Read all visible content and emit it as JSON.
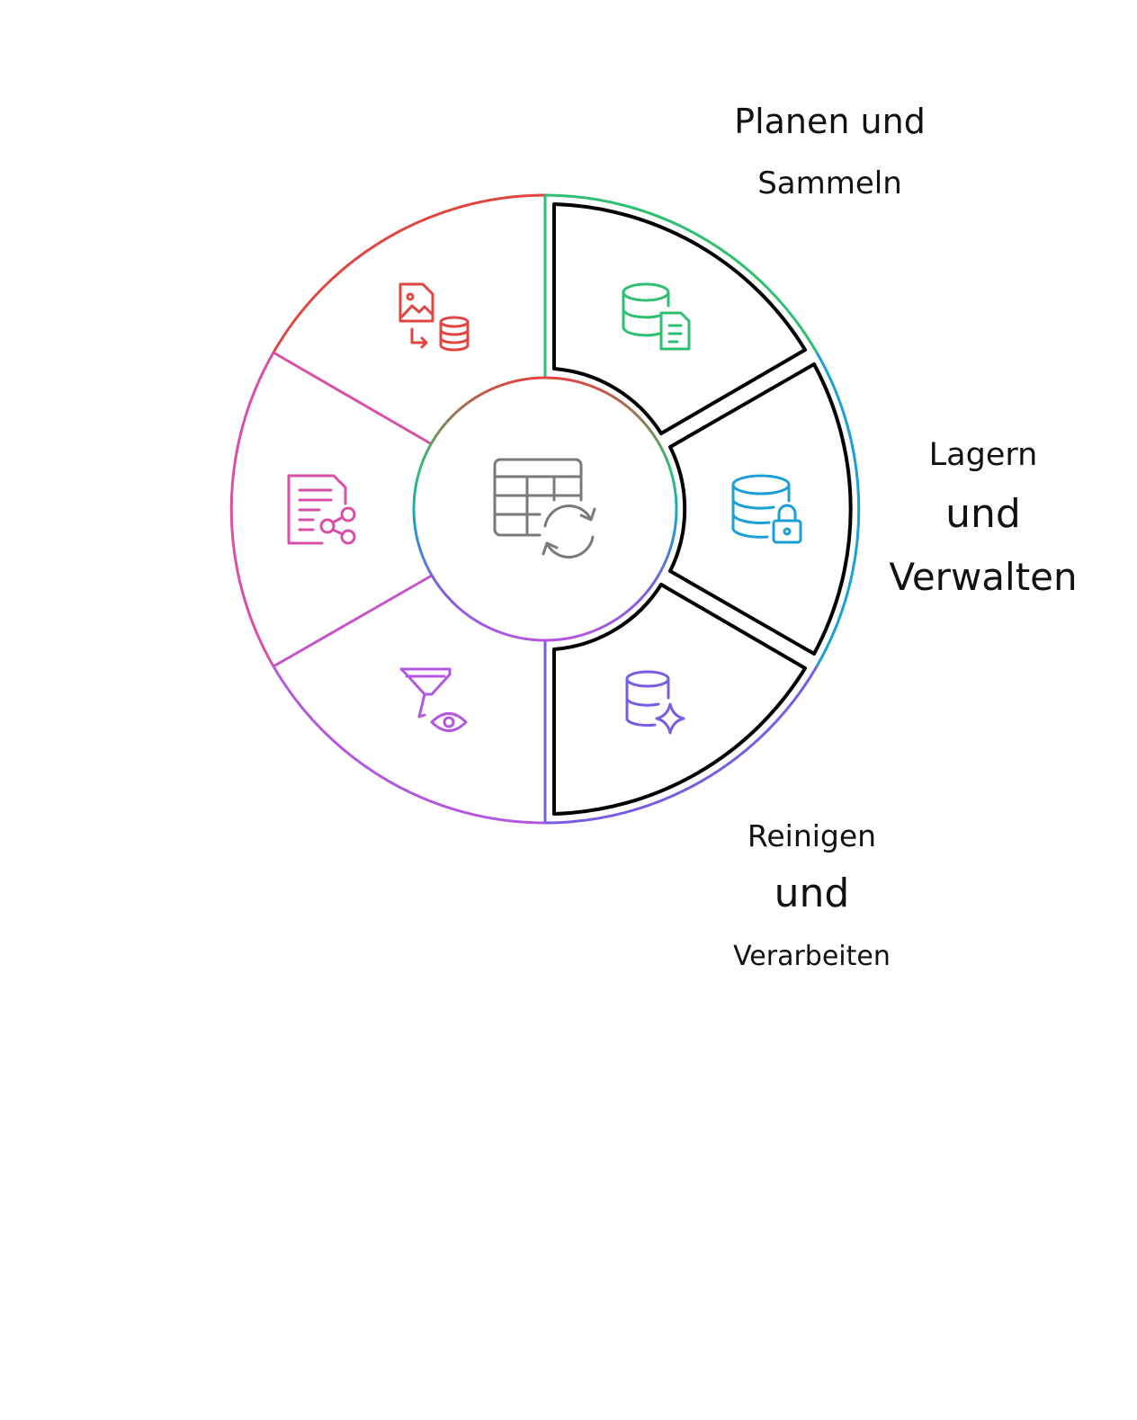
{
  "diagram": {
    "center_icon": "table-refresh-icon",
    "segments": [
      {
        "id": "plan-collect",
        "icon": "database-document-icon",
        "color": "#2fbf71",
        "highlighted": true,
        "label_lines": [
          "Planen und",
          "Sammeln"
        ]
      },
      {
        "id": "store-manage",
        "icon": "database-lock-icon",
        "color": "#1a9fd6",
        "highlighted": true,
        "label_lines": [
          "Lagern",
          "und",
          "Verwalten"
        ]
      },
      {
        "id": "clean-process",
        "icon": "database-sparkle-icon",
        "color": "#7a5ce0",
        "highlighted": true,
        "label_lines": [
          "Reinigen",
          "und",
          "Verarbeiten"
        ]
      },
      {
        "id": "segment-filter",
        "icon": "filter-eye-icon",
        "color": "#b457e0",
        "highlighted": false
      },
      {
        "id": "segment-share",
        "icon": "document-share-icon",
        "color": "#d94fa8",
        "highlighted": false
      },
      {
        "id": "segment-import",
        "icon": "image-to-database-icon",
        "color": "#e0453f",
        "highlighted": false
      }
    ]
  }
}
